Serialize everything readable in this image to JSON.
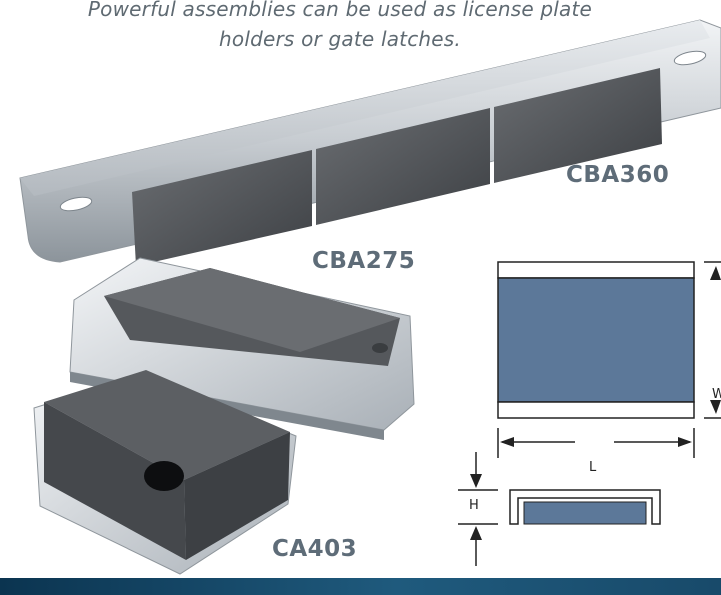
{
  "caption": {
    "line1": "Powerful assemblies can be used as license plate",
    "line2": "holders or gate latches."
  },
  "products": {
    "cba360": "CBA360",
    "cba275": "CBA275",
    "ca403": "CA403"
  },
  "diagram": {
    "length_label": "L",
    "height_label": "H",
    "width_label": "W"
  },
  "colors": {
    "label_text": "#5e6c78",
    "magnet_fill": "#5c7899",
    "bottom_band": "#1f5a7d"
  }
}
